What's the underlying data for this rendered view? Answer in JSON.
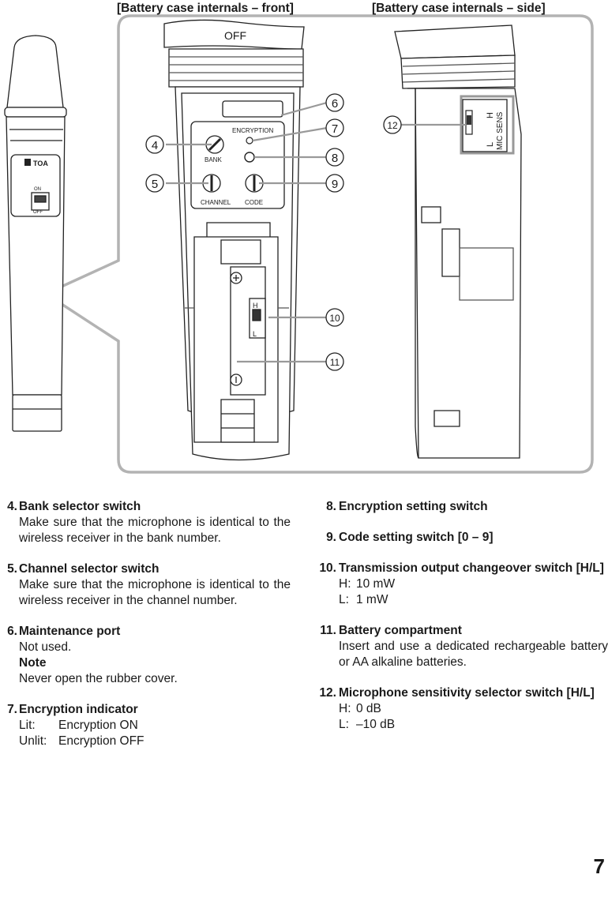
{
  "figure": {
    "front_title": "[Battery case internals – front]",
    "side_title": "[Battery case internals – side]",
    "mic_brand": "TOA",
    "mic_switch_on": "ON",
    "mic_switch_off": "OFF",
    "front_off_label": "OFF",
    "encryption_label": "ENCRYPTION",
    "bank_label": "BANK",
    "channel_label": "CHANNEL",
    "code_label": "CODE",
    "hl_switch_h": "H",
    "hl_switch_l": "L",
    "side_h": "H",
    "side_l": "L",
    "mic_sens_label": "MIC SENS",
    "callouts": [
      "4",
      "5",
      "6",
      "7",
      "8",
      "9",
      "10",
      "11",
      "12"
    ]
  },
  "items_left": [
    {
      "num": "4.",
      "title": "Bank selector switch",
      "body": "Make sure that the microphone is identical to the wireless receiver in the bank number."
    },
    {
      "num": "5.",
      "title": "Channel selector switch",
      "body": "Make sure that the microphone is identical to the wireless receiver in the channel number."
    },
    {
      "num": "6.",
      "title": "Maintenance port",
      "body": "Not used.",
      "note_label": "Note",
      "note": "Never open the rubber cover."
    },
    {
      "num": "7.",
      "title": "Encryption indicator",
      "rows": [
        [
          "Lit:",
          "Encryption ON"
        ],
        [
          "Unlit:",
          "Encryption OFF"
        ]
      ]
    }
  ],
  "items_right": [
    {
      "num": "8.",
      "title": "Encryption setting switch"
    },
    {
      "num": "9.",
      "title": "Code setting switch [0 – 9]"
    },
    {
      "num": "10.",
      "title": "Transmission output changeover switch [H/L]",
      "rows": [
        [
          "H:",
          "10 mW"
        ],
        [
          "L:",
          "1 mW"
        ]
      ]
    },
    {
      "num": "11.",
      "title": "Battery compartment",
      "body": "Insert and use a dedicated rechargeable battery or AA alkaline batteries."
    },
    {
      "num": "12.",
      "title": "Microphone sensitivity selector switch [H/L]",
      "rows": [
        [
          "H:",
          "0 dB"
        ],
        [
          "L:",
          "–10 dB"
        ]
      ]
    }
  ],
  "page_number": "7"
}
